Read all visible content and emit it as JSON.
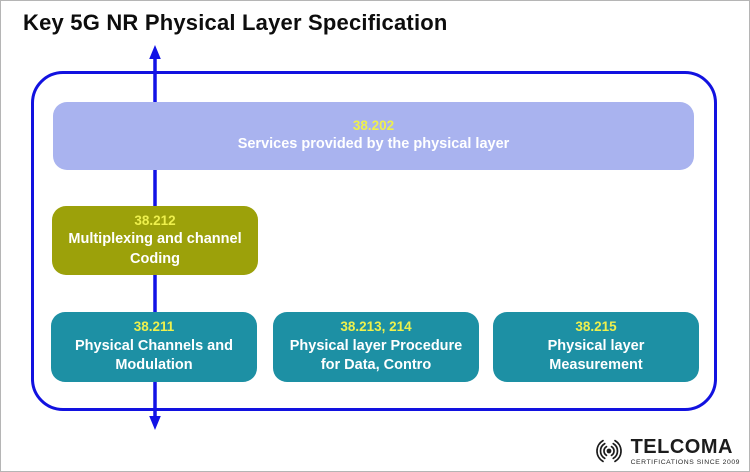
{
  "title": "Key 5G NR Physical Layer Specification",
  "diagram": {
    "services_box": {
      "code": "38.202",
      "label": "Services provided by the physical layer"
    },
    "mux_box": {
      "code": "38.212",
      "label": "Multiplexing and channel Coding"
    },
    "bottom_boxes": [
      {
        "code": "38.211",
        "label": "Physical Channels and Modulation"
      },
      {
        "code": "38.213, 214",
        "label": "Physical layer Procedure for Data, Contro"
      },
      {
        "code": "38.215",
        "label": "Physical layer Measurement"
      }
    ]
  },
  "logo": {
    "name": "TELCOMA",
    "tagline": "CERTIFICATIONS SINCE 2009"
  },
  "colors": {
    "outline_blue": "#1212e0",
    "arrow_blue": "#1212e6",
    "services_lavender": "#a9b3ef",
    "mux_olive": "#9ca10a",
    "teal": "#1d90a4",
    "code_yellow": "#eef04d",
    "label_white": "#ffffff",
    "title_black": "#0d0d0d"
  }
}
